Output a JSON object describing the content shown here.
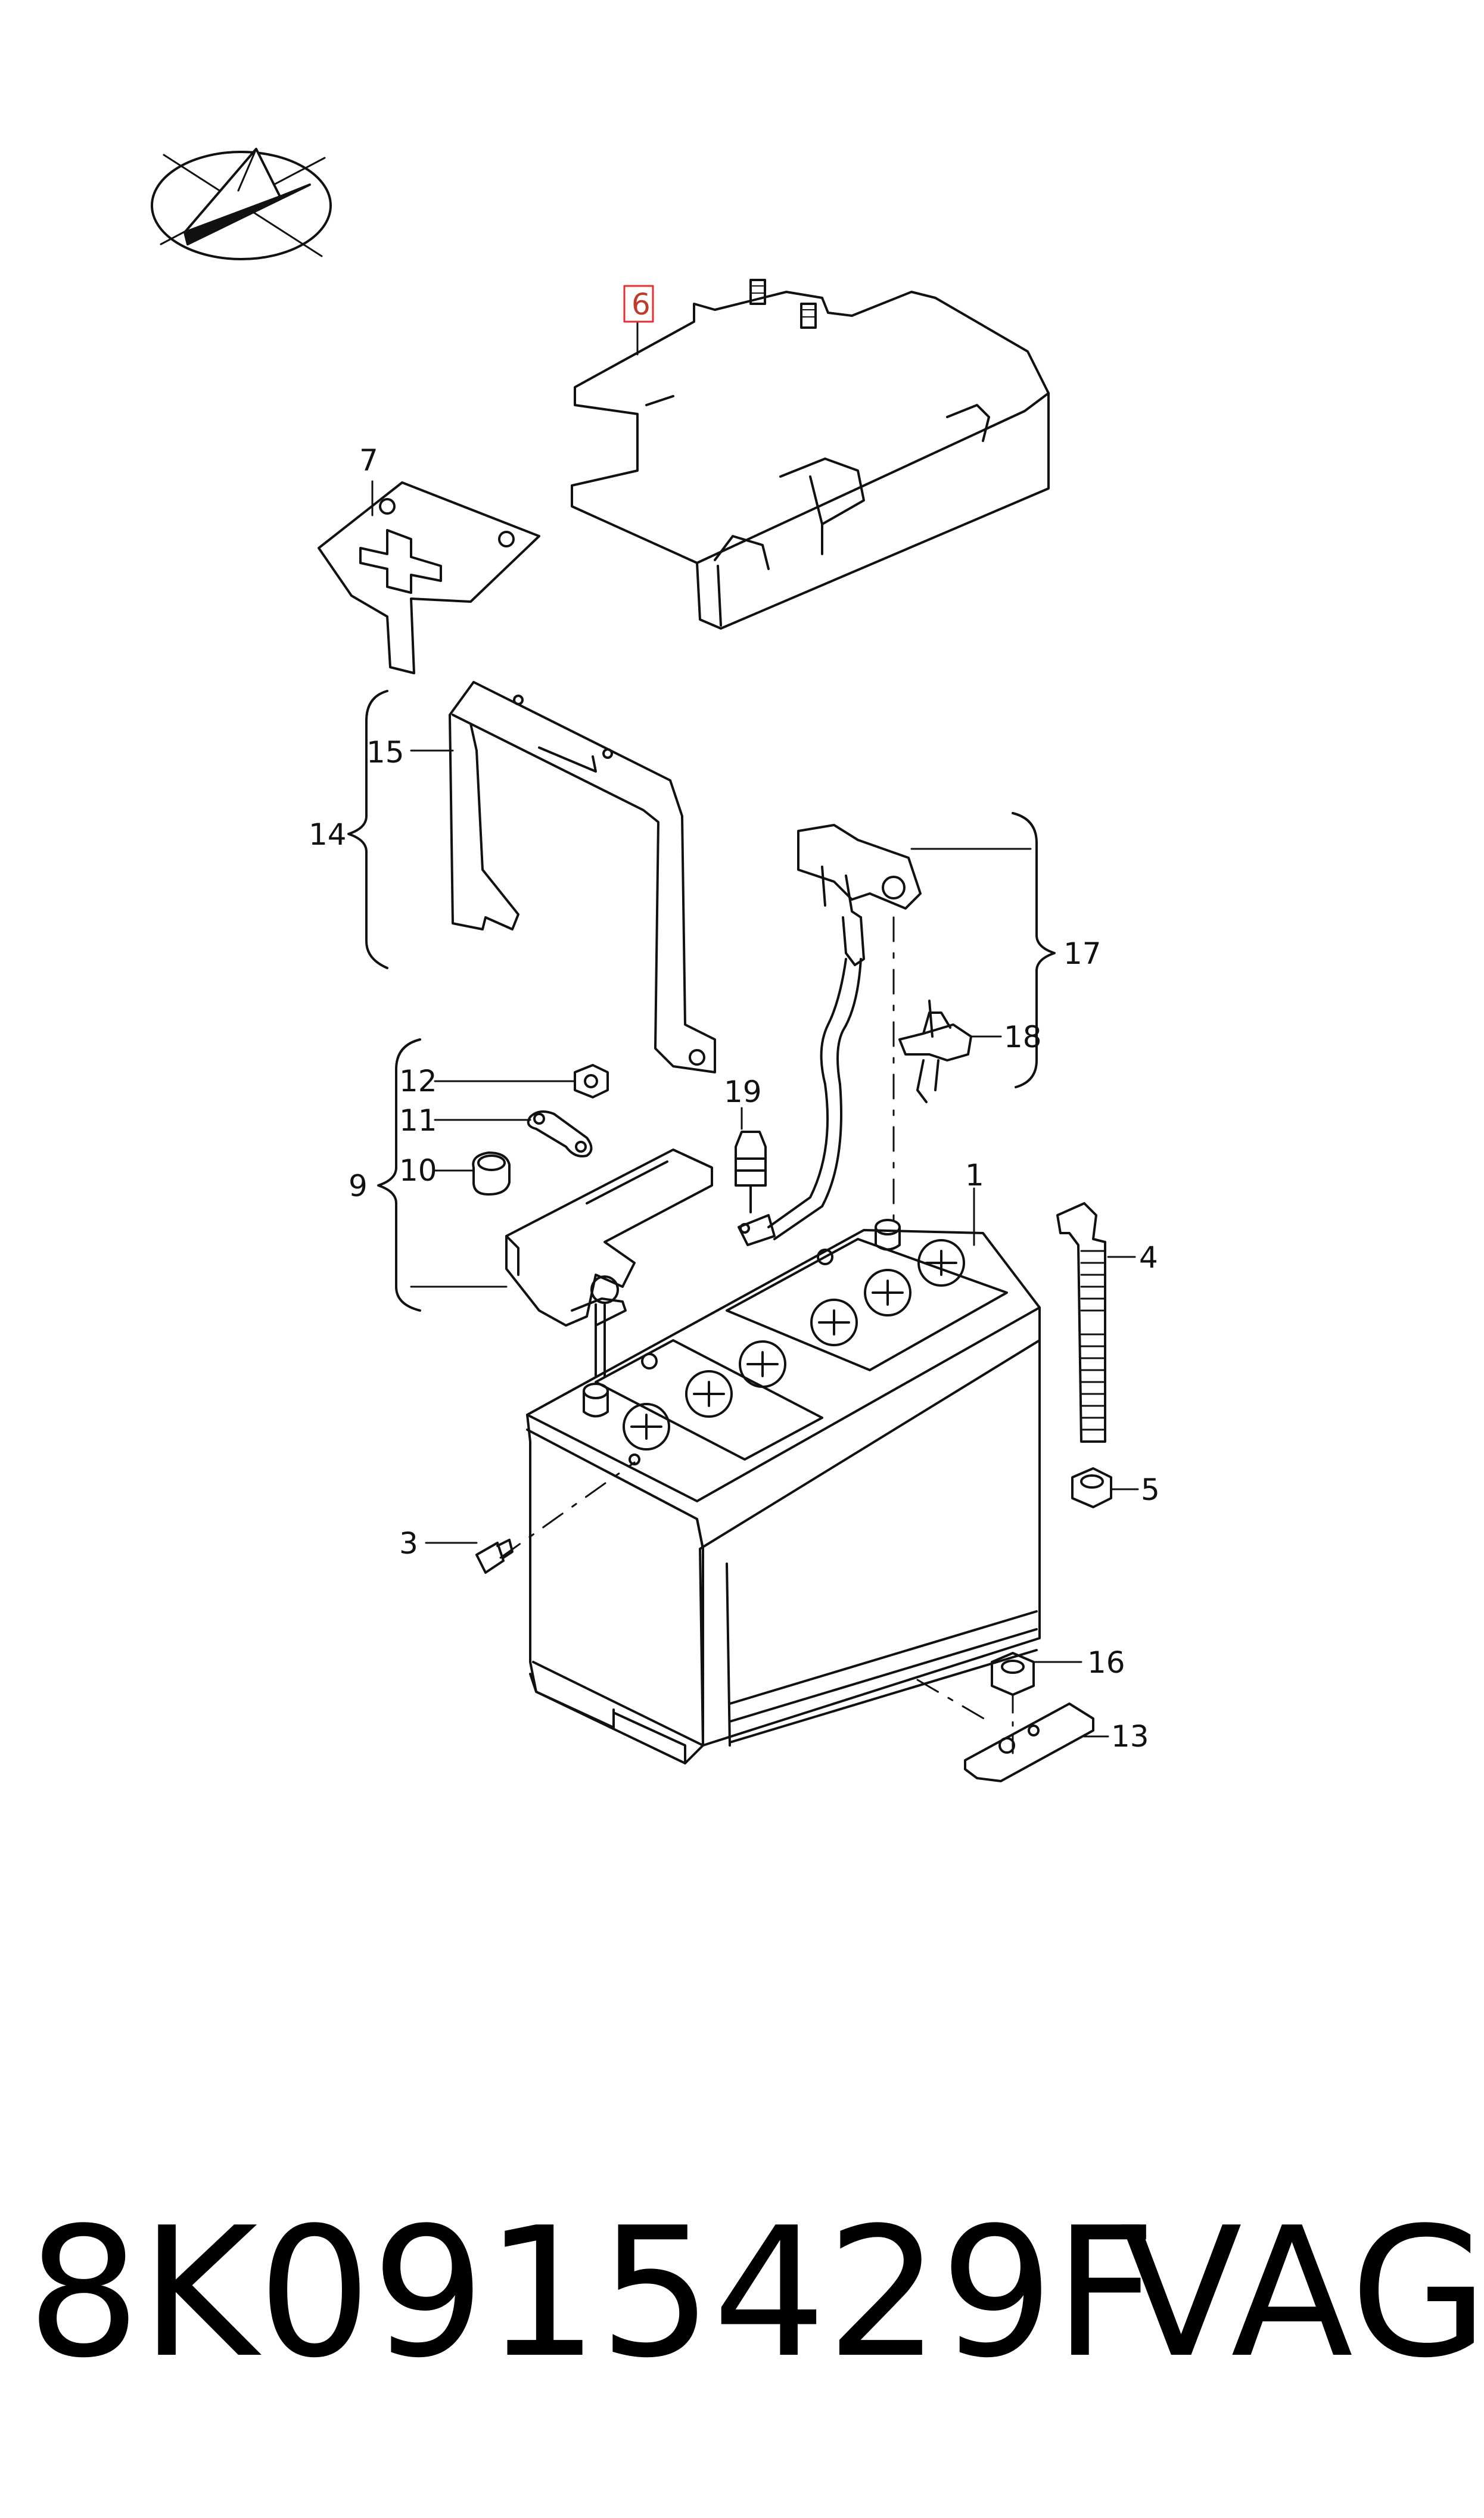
{
  "diagram": {
    "highlight_color": "#e03030",
    "callouts": {
      "c1": "1",
      "c3": "3",
      "c4": "4",
      "c5": "5",
      "c6": "6",
      "c7": "7",
      "c9": "9",
      "c10": "10",
      "c11": "11",
      "c12": "12",
      "c13": "13",
      "c14": "14",
      "c15": "15",
      "c16": "16",
      "c17": "17",
      "c18": "18",
      "c19": "19"
    },
    "highlighted_callout": "6",
    "logo_icon": "paper-plane-logo-icon"
  },
  "caption": {
    "part_number": "8K0915429F",
    "brand": "VAG"
  }
}
